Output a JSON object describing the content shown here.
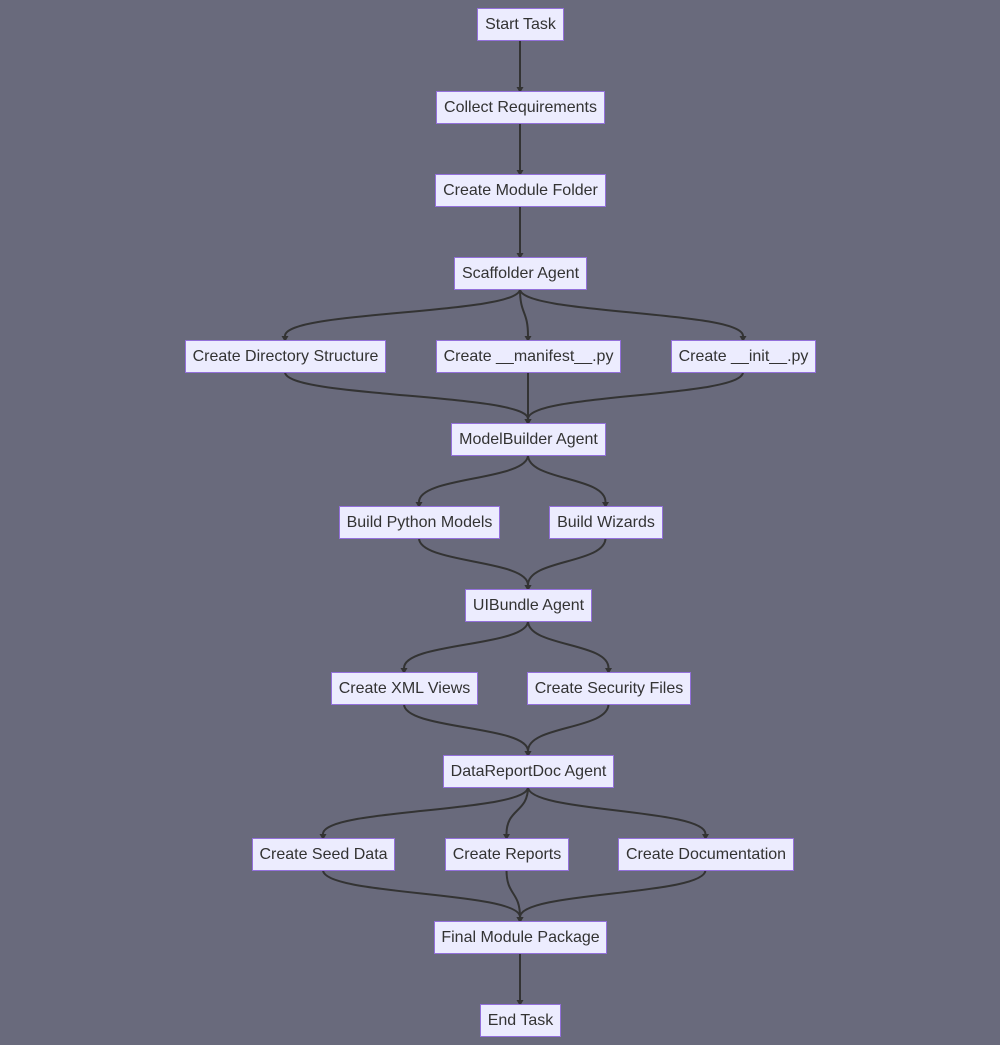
{
  "colors": {
    "background": "#696a7c",
    "node_fill": "#ececfe",
    "node_border": "#9370db",
    "edge": "#333333",
    "text": "#333333"
  },
  "nodes": [
    {
      "id": "start",
      "label": "Start Task"
    },
    {
      "id": "collect",
      "label": "Collect Requirements"
    },
    {
      "id": "folder",
      "label": "Create Module Folder"
    },
    {
      "id": "scaffolder",
      "label": "Scaffolder Agent"
    },
    {
      "id": "dirstruct",
      "label": "Create Directory Structure"
    },
    {
      "id": "manifest",
      "label": "Create __manifest__.py"
    },
    {
      "id": "init",
      "label": "Create __init__.py"
    },
    {
      "id": "modelbuilder",
      "label": "ModelBuilder Agent"
    },
    {
      "id": "pymodels",
      "label": "Build Python Models"
    },
    {
      "id": "wizards",
      "label": "Build Wizards"
    },
    {
      "id": "uibundle",
      "label": "UIBundle Agent"
    },
    {
      "id": "xmlviews",
      "label": "Create XML Views"
    },
    {
      "id": "security",
      "label": "Create Security Files"
    },
    {
      "id": "datareport",
      "label": "DataReportDoc Agent"
    },
    {
      "id": "seed",
      "label": "Create Seed Data"
    },
    {
      "id": "reports",
      "label": "Create Reports"
    },
    {
      "id": "docs",
      "label": "Create Documentation"
    },
    {
      "id": "final",
      "label": "Final Module Package"
    },
    {
      "id": "end",
      "label": "End Task"
    }
  ],
  "edges": [
    {
      "from": "start",
      "to": "collect"
    },
    {
      "from": "collect",
      "to": "folder"
    },
    {
      "from": "folder",
      "to": "scaffolder"
    },
    {
      "from": "scaffolder",
      "to": "dirstruct"
    },
    {
      "from": "scaffolder",
      "to": "manifest"
    },
    {
      "from": "scaffolder",
      "to": "init"
    },
    {
      "from": "dirstruct",
      "to": "modelbuilder"
    },
    {
      "from": "manifest",
      "to": "modelbuilder"
    },
    {
      "from": "init",
      "to": "modelbuilder"
    },
    {
      "from": "modelbuilder",
      "to": "pymodels"
    },
    {
      "from": "modelbuilder",
      "to": "wizards"
    },
    {
      "from": "pymodels",
      "to": "uibundle"
    },
    {
      "from": "wizards",
      "to": "uibundle"
    },
    {
      "from": "uibundle",
      "to": "xmlviews"
    },
    {
      "from": "uibundle",
      "to": "security"
    },
    {
      "from": "xmlviews",
      "to": "datareport"
    },
    {
      "from": "security",
      "to": "datareport"
    },
    {
      "from": "datareport",
      "to": "seed"
    },
    {
      "from": "datareport",
      "to": "reports"
    },
    {
      "from": "datareport",
      "to": "docs"
    },
    {
      "from": "seed",
      "to": "final"
    },
    {
      "from": "reports",
      "to": "final"
    },
    {
      "from": "docs",
      "to": "final"
    },
    {
      "from": "final",
      "to": "end"
    }
  ]
}
